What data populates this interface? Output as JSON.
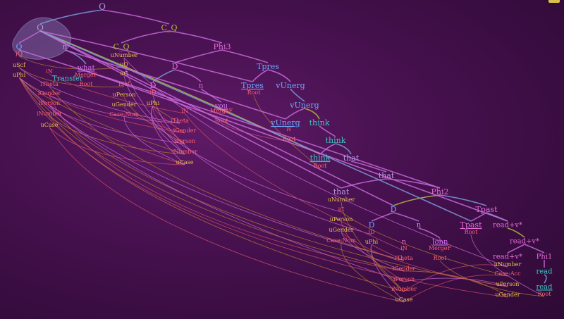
{
  "colors": {
    "background": "#3f0f48",
    "branch": "#c76ad9",
    "branch_alt": "#7a9bd6",
    "arc_orange": "#b87a34",
    "arc_red": "#d2506a",
    "arc_purple": "#d06ad8",
    "hull": "#8a7ab8",
    "cat_lilac": "#b49adf",
    "cat_pink": "#e86bd8",
    "cat_blue": "#6ea6ff",
    "cat_teal": "#3fc4c0",
    "cat_olive": "#b3bd3c",
    "feat_orange": "#f0a040",
    "feat_yellow": "#e8c24a",
    "feat_red": "#ff6070",
    "word_purple": "#d270f0"
  },
  "tree": {
    "nodes": [
      {
        "id": "Q_root",
        "label": "Q",
        "color": "cat_lilac",
        "size": 12
      },
      {
        "id": "Q_2",
        "label": "Q",
        "color": "cat_lilac",
        "size": 12
      },
      {
        "id": "C_Q",
        "label": "C_Q",
        "color": "cat_olive",
        "size": 11
      },
      {
        "id": "Q_3",
        "label": "Q",
        "color": "cat_blue",
        "size": 11
      },
      {
        "id": "iQ",
        "label": "iQ",
        "color": "feat_red",
        "size": 9
      },
      {
        "id": "n_1",
        "label": "n",
        "color": "cat_lilac",
        "size": 10
      },
      {
        "id": "C_Q2",
        "label": "C_Q",
        "color": "cat_olive",
        "size": 11
      },
      {
        "id": "Phi3",
        "label": "Phi3",
        "color": "cat_pink",
        "size": 11
      },
      {
        "id": "uScf",
        "label": "uScf",
        "color": "feat_yellow",
        "size": 8
      },
      {
        "id": "iN_1",
        "label": "iN",
        "color": "feat_red",
        "size": 8
      },
      {
        "id": "what",
        "label": "what",
        "color": "word_purple",
        "size": 10,
        "underline": true
      },
      {
        "id": "uNumber_1",
        "label": "uNumber",
        "color": "feat_yellow",
        "size": 8
      },
      {
        "id": "D_1",
        "label": "D",
        "color": "cat_pink",
        "size": 11
      },
      {
        "id": "Tpres",
        "label": "Tpres",
        "color": "cat_blue",
        "size": 11
      },
      {
        "id": "uPhi_1",
        "label": "uPhi",
        "color": "feat_yellow",
        "size": 8
      },
      {
        "id": "Transfer",
        "label": "Transfer",
        "color": "cat_teal",
        "size": 10
      },
      {
        "id": "MergeF_1",
        "label": "MergeF",
        "color": "feat_red",
        "size": 8
      },
      {
        "id": "uQ",
        "label": "uQ",
        "color": "feat_yellow",
        "size": 8
      },
      {
        "id": "Root_1",
        "label": "Root",
        "color": "feat_red",
        "size": 8
      },
      {
        "id": "iTheta_1",
        "label": "iTheta",
        "color": "feat_red",
        "size": 8
      },
      {
        "id": "uC_1",
        "label": "uC",
        "color": "feat_yellow",
        "size": 8
      },
      {
        "id": "iScf",
        "label": "iScf",
        "color": "feat_red",
        "size": 8
      },
      {
        "id": "D_2",
        "label": "D",
        "color": "cat_pink",
        "size": 11
      },
      {
        "id": "Tpres2",
        "label": "Tpres",
        "color": "cat_blue",
        "size": 11,
        "underline": true
      },
      {
        "id": "vUnerg_1",
        "label": "vUnerg",
        "color": "cat_blue",
        "size": 11
      },
      {
        "id": "iGender_1",
        "label": "iGender",
        "color": "feat_red",
        "size": 8
      },
      {
        "id": "uPerson_1",
        "label": "uPerson",
        "color": "feat_yellow",
        "size": 8
      },
      {
        "id": "iD_1",
        "label": "iD",
        "color": "feat_red",
        "size": 8
      },
      {
        "id": "n_2",
        "label": "n",
        "color": "cat_pink",
        "size": 10
      },
      {
        "id": "Root_2",
        "label": "Root",
        "color": "feat_red",
        "size": 8
      },
      {
        "id": "iPerson_1",
        "label": "iPerson",
        "color": "feat_red",
        "size": 8
      },
      {
        "id": "uGender_1",
        "label": "uGender",
        "color": "feat_yellow",
        "size": 8
      },
      {
        "id": "uPhi_2",
        "label": "uPhi",
        "color": "feat_yellow",
        "size": 8
      },
      {
        "id": "iN_2",
        "label": "iN",
        "color": "feat_red",
        "size": 8
      },
      {
        "id": "you",
        "label": "you",
        "color": "word_purple",
        "size": 10,
        "underline": true
      },
      {
        "id": "vUnerg_2",
        "label": "vUnerg",
        "color": "cat_blue",
        "size": 11
      },
      {
        "id": "iNumber_1",
        "label": "iNumber",
        "color": "feat_red",
        "size": 8
      },
      {
        "id": "CaseNom_1",
        "label": "Case:Nom",
        "color": "feat_red",
        "size": 8
      },
      {
        "id": "MergeF_2",
        "label": "MergeF",
        "color": "feat_red",
        "size": 8
      },
      {
        "id": "uCase_1",
        "label": "uCase",
        "color": "feat_yellow",
        "size": 8
      },
      {
        "id": "iTheta_2",
        "label": "iTheta",
        "color": "feat_red",
        "size": 8
      },
      {
        "id": "Root_3",
        "label": "Root",
        "color": "feat_red",
        "size": 8
      },
      {
        "id": "think_1",
        "label": "think",
        "color": "cat_teal",
        "size": 11
      },
      {
        "id": "vUnerg_3",
        "label": "vUnerg",
        "color": "cat_blue",
        "size": 11,
        "underline": true
      },
      {
        "id": "iGender_2",
        "label": "iGender",
        "color": "feat_red",
        "size": 8
      },
      {
        "id": "iv",
        "label": "iv",
        "color": "feat_red",
        "size": 8
      },
      {
        "id": "think_2",
        "label": "think",
        "color": "cat_teal",
        "size": 11
      },
      {
        "id": "iPerson_2",
        "label": "iPerson",
        "color": "feat_red",
        "size": 8
      },
      {
        "id": "Root_4",
        "label": "Root",
        "color": "feat_red",
        "size": 8
      },
      {
        "id": "iNumber_2",
        "label": "iNumber",
        "color": "feat_red",
        "size": 8
      },
      {
        "id": "think_3",
        "label": "think",
        "color": "cat_teal",
        "size": 11,
        "underline": true
      },
      {
        "id": "that_1",
        "label": "that",
        "color": "cat_lilac",
        "size": 11
      },
      {
        "id": "uCase_2",
        "label": "uCase",
        "color": "feat_yellow",
        "size": 8
      },
      {
        "id": "Root_5",
        "label": "Root",
        "color": "feat_red",
        "size": 8
      },
      {
        "id": "that_2",
        "label": "that",
        "color": "cat_lilac",
        "size": 11
      },
      {
        "id": "that_3",
        "label": "that",
        "color": "cat_lilac",
        "size": 11
      },
      {
        "id": "Phi2",
        "label": "Phi2",
        "color": "cat_pink",
        "size": 11
      },
      {
        "id": "uNumber_2",
        "label": "uNumber",
        "color": "feat_yellow",
        "size": 8
      },
      {
        "id": "Tpast",
        "label": "Tpast",
        "color": "cat_pink",
        "size": 11
      },
      {
        "id": "iC",
        "label": "iC",
        "color": "feat_red",
        "size": 8
      },
      {
        "id": "D_3",
        "label": "D",
        "color": "cat_blue",
        "size": 11
      },
      {
        "id": "uPerson_2",
        "label": "uPerson",
        "color": "feat_yellow",
        "size": 8
      },
      {
        "id": "D_4",
        "label": "D",
        "color": "cat_blue",
        "size": 11
      },
      {
        "id": "n_3",
        "label": "n",
        "color": "cat_lilac",
        "size": 10
      },
      {
        "id": "Tpast2",
        "label": "Tpast",
        "color": "cat_pink",
        "size": 11,
        "underline": true
      },
      {
        "id": "readv_1",
        "label": "read+v*",
        "color": "cat_pink",
        "size": 10
      },
      {
        "id": "uGender_2",
        "label": "uGender",
        "color": "feat_yellow",
        "size": 8
      },
      {
        "id": "iD_2",
        "label": "iD",
        "color": "feat_red",
        "size": 8
      },
      {
        "id": "Root_6",
        "label": "Root",
        "color": "feat_red",
        "size": 8
      },
      {
        "id": "readv_2",
        "label": "read+v*",
        "color": "cat_pink",
        "size": 10
      },
      {
        "id": "CaseNom_2",
        "label": "Case:Nom",
        "color": "feat_red",
        "size": 8
      },
      {
        "id": "uPhi_3",
        "label": "uPhi",
        "color": "feat_yellow",
        "size": 8
      },
      {
        "id": "n_4",
        "label": "n",
        "color": "cat_pink",
        "size": 10
      },
      {
        "id": "John",
        "label": "John",
        "color": "word_purple",
        "size": 10,
        "underline": true
      },
      {
        "id": "iN_3",
        "label": "iN",
        "color": "feat_red",
        "size": 8
      },
      {
        "id": "MergeF_3",
        "label": "MergeF",
        "color": "feat_red",
        "size": 8
      },
      {
        "id": "readv_3",
        "label": "read+v*",
        "color": "cat_pink",
        "size": 10
      },
      {
        "id": "Phi1",
        "label": "Phi1",
        "color": "cat_pink",
        "size": 10
      },
      {
        "id": "uNumber_3",
        "label": "uNumber",
        "color": "feat_yellow",
        "size": 8
      },
      {
        "id": "Root_7",
        "label": "Root",
        "color": "feat_red",
        "size": 8
      },
      {
        "id": "iTheta_3",
        "label": "iTheta",
        "color": "feat_red",
        "size": 8
      },
      {
        "id": "CaseAcc",
        "label": "Case:Acc",
        "color": "feat_red",
        "size": 8
      },
      {
        "id": "read_1",
        "label": "read",
        "color": "cat_teal",
        "size": 10
      },
      {
        "id": "iGender_3",
        "label": "iGender",
        "color": "feat_red",
        "size": 8
      },
      {
        "id": "iPerson_3",
        "label": "iPerson",
        "color": "feat_red",
        "size": 8
      },
      {
        "id": "uPerson_3",
        "label": "uPerson",
        "color": "feat_yellow",
        "size": 8
      },
      {
        "id": "read_2",
        "label": "read",
        "color": "cat_teal",
        "size": 10,
        "underline": true
      },
      {
        "id": "iNumber_3",
        "label": "iNumber",
        "color": "feat_red",
        "size": 8
      },
      {
        "id": "uGender_3",
        "label": "uGender",
        "color": "feat_yellow",
        "size": 8
      },
      {
        "id": "Root_8",
        "label": "Root",
        "color": "feat_red",
        "size": 8
      },
      {
        "id": "uCase_3",
        "label": "uCase",
        "color": "feat_yellow",
        "size": 8
      }
    ],
    "edges": [
      [
        "Q_root",
        "Q_2"
      ],
      [
        "Q_root",
        "C_Q"
      ],
      [
        "Q_2",
        "Q_3"
      ],
      [
        "Q_2",
        "n_1"
      ],
      [
        "Q_3",
        "iQ"
      ],
      [
        "n_1",
        "what"
      ],
      [
        "C_Q",
        "C_Q2"
      ],
      [
        "C_Q",
        "Phi3"
      ],
      [
        "Phi3",
        "D_1"
      ],
      [
        "Phi3",
        "Tpres"
      ],
      [
        "D_1",
        "D_2"
      ],
      [
        "D_1",
        "n_2"
      ],
      [
        "n_2",
        "you"
      ],
      [
        "Tpres",
        "Tpres2"
      ],
      [
        "Tpres",
        "vUnerg_1"
      ],
      [
        "vUnerg_1",
        "vUnerg_2"
      ],
      [
        "vUnerg_2",
        "vUnerg_3"
      ],
      [
        "vUnerg_2",
        "think_1"
      ],
      [
        "think_1",
        "think_2"
      ],
      [
        "think_2",
        "think_3"
      ],
      [
        "think_2",
        "that_1"
      ],
      [
        "that_1",
        "that_2"
      ],
      [
        "that_2",
        "that_3"
      ],
      [
        "that_2",
        "Phi2"
      ],
      [
        "Phi2",
        "D_3"
      ],
      [
        "Phi2",
        "Tpast"
      ],
      [
        "D_3",
        "D_4"
      ],
      [
        "D_3",
        "n_3"
      ],
      [
        "n_3",
        "John"
      ],
      [
        "Tpast",
        "Tpast2"
      ],
      [
        "Tpast",
        "readv_1"
      ],
      [
        "readv_1",
        "readv_2"
      ],
      [
        "readv_2",
        "readv_3"
      ],
      [
        "readv_2",
        "Phi1"
      ],
      [
        "Phi1",
        "read_1"
      ],
      [
        "read_1",
        "read_2"
      ],
      [
        "Q_2",
        "that_3"
      ],
      [
        "Q_2",
        "Tpres2"
      ],
      [
        "Q_2",
        "think_3"
      ],
      [
        "Q_2",
        "D_3"
      ],
      [
        "Q_2",
        "Tpast2"
      ],
      [
        "Q_3",
        "Phi2"
      ],
      [
        "n_1",
        "vUnerg_3"
      ],
      [
        "what",
        "readv_1"
      ]
    ]
  }
}
